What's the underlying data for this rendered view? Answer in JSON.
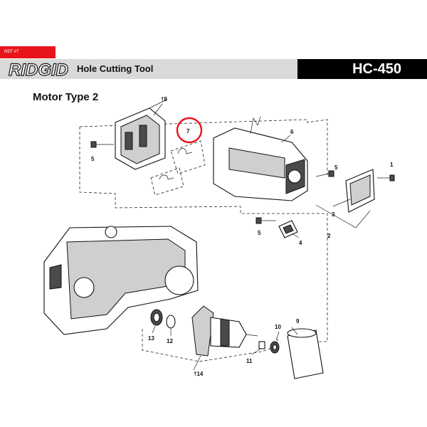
{
  "header": {
    "ref_tag": "REF #7",
    "brand": "RIDGID",
    "tool_name": "Hole Cutting Tool",
    "model": "HC-450",
    "accent_color": "#e8141b",
    "bar_color": "#d9d9d9"
  },
  "section_title": "Motor Type 2",
  "callouts": {
    "p1": "1",
    "p2": "2",
    "p3": "3",
    "p4": "4",
    "p5a": "5",
    "p5b": "5",
    "p5c": "5",
    "p6": "6",
    "p7": "7",
    "p8": "†8",
    "p9": "9",
    "p10": "10",
    "p11": "11",
    "p12": "12",
    "p13": "13",
    "p14": "†14"
  },
  "highlight": {
    "part": "7",
    "color": "#e8141b"
  }
}
